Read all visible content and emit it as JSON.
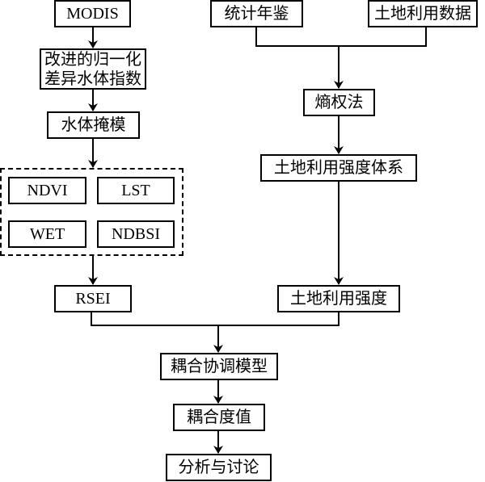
{
  "diagram": {
    "type": "flowchart",
    "left_branch": {
      "source": "MODIS",
      "index_line1": "改进的归一化",
      "index_line2": "差异水体指数",
      "mask": "水体掩模",
      "indicators": [
        "NDVI",
        "LST",
        "WET",
        "NDBSI"
      ],
      "result": "RSEI"
    },
    "right_branch": {
      "source_a": "统计年鉴",
      "source_b": "土地利用数据",
      "method": "熵权法",
      "system": "土地利用强度体系",
      "result": "土地利用强度"
    },
    "merge": {
      "model": "耦合协调模型",
      "value": "耦合度值",
      "analysis": "分析与讨论"
    },
    "edges": [
      [
        "MODIS",
        "改进的归一化差异水体指数"
      ],
      [
        "改进的归一化差异水体指数",
        "水体掩模"
      ],
      [
        "水体掩模",
        "NDVI/LST/WET/NDBSI"
      ],
      [
        "NDVI/LST/WET/NDBSI",
        "RSEI"
      ],
      [
        "统计年鉴",
        "熵权法"
      ],
      [
        "土地利用数据",
        "熵权法"
      ],
      [
        "熵权法",
        "土地利用强度体系"
      ],
      [
        "土地利用强度体系",
        "土地利用强度"
      ],
      [
        "RSEI",
        "耦合协调模型"
      ],
      [
        "土地利用强度",
        "耦合协调模型"
      ],
      [
        "耦合协调模型",
        "耦合度值"
      ],
      [
        "耦合度值",
        "分析与讨论"
      ]
    ]
  }
}
